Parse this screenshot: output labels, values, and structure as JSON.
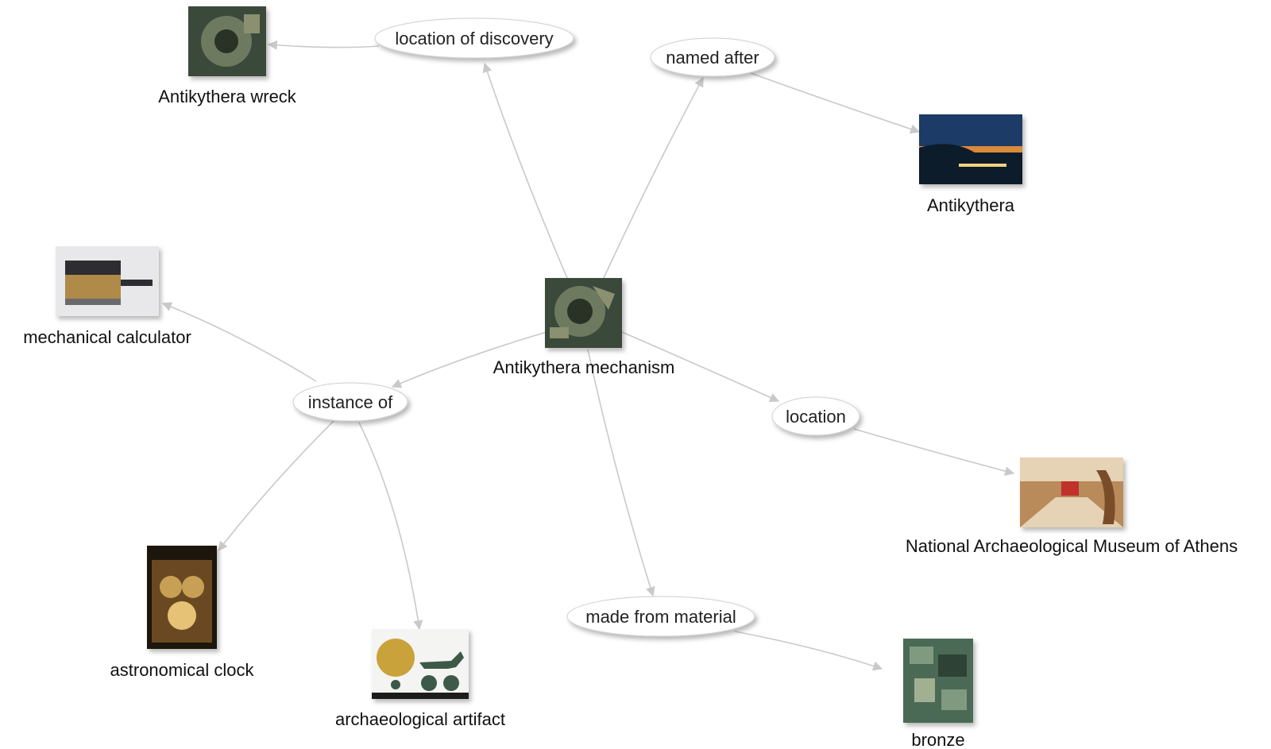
{
  "graph": {
    "central": {
      "label": "Antikythera mechanism",
      "icon": "bronze-gear-fragment-photo",
      "colors": [
        "#3b4a3a",
        "#6d7a5e",
        "#2a3328",
        "#8a9070"
      ]
    },
    "relations": [
      {
        "id": "location-of-discovery",
        "label": "location of discovery"
      },
      {
        "id": "named-after",
        "label": "named after"
      },
      {
        "id": "instance-of",
        "label": "instance of"
      },
      {
        "id": "location",
        "label": "location"
      },
      {
        "id": "made-from-material",
        "label": "made from material"
      }
    ],
    "targets": [
      {
        "id": "antikythera-wreck",
        "label": "Antikythera wreck",
        "icon": "mechanism-fragment-photo",
        "colors": [
          "#3b4a3a",
          "#6d7a5e",
          "#2a3328",
          "#8a9070"
        ]
      },
      {
        "id": "antikythera",
        "label": "Antikythera",
        "icon": "island-harbor-night-photo",
        "colors": [
          "#1d3b66",
          "#d98a3a",
          "#0e1a2c",
          "#f3d27a"
        ]
      },
      {
        "id": "mechanical-calculator",
        "label": "mechanical calculator",
        "icon": "mechanical-calculator-photo",
        "colors": [
          "#e8e8ea",
          "#2e2e30",
          "#b08a4a",
          "#6a6a6c"
        ]
      },
      {
        "id": "astronomical-clock",
        "label": "astronomical clock",
        "icon": "astronomical-clock-photo",
        "colors": [
          "#1a120a",
          "#c8a055",
          "#6b4a22",
          "#e6c277"
        ]
      },
      {
        "id": "archaeological-artifact",
        "label": "archaeological artifact",
        "icon": "sun-chariot-artifact-photo",
        "colors": [
          "#f4f4f2",
          "#c9a23a",
          "#3e5a4a",
          "#1e1e1e"
        ]
      },
      {
        "id": "national-archaeological-museum-of-athens",
        "label": "National Archaeological Museum of Athens",
        "icon": "museum-hall-photo",
        "colors": [
          "#b98a5a",
          "#e6d2b4",
          "#7a4e2a",
          "#c0302a"
        ]
      },
      {
        "id": "bronze",
        "label": "bronze",
        "icon": "bronze-fragments-photo",
        "colors": [
          "#4c6a55",
          "#7f9a7f",
          "#2d4236",
          "#a0b090"
        ]
      }
    ]
  }
}
